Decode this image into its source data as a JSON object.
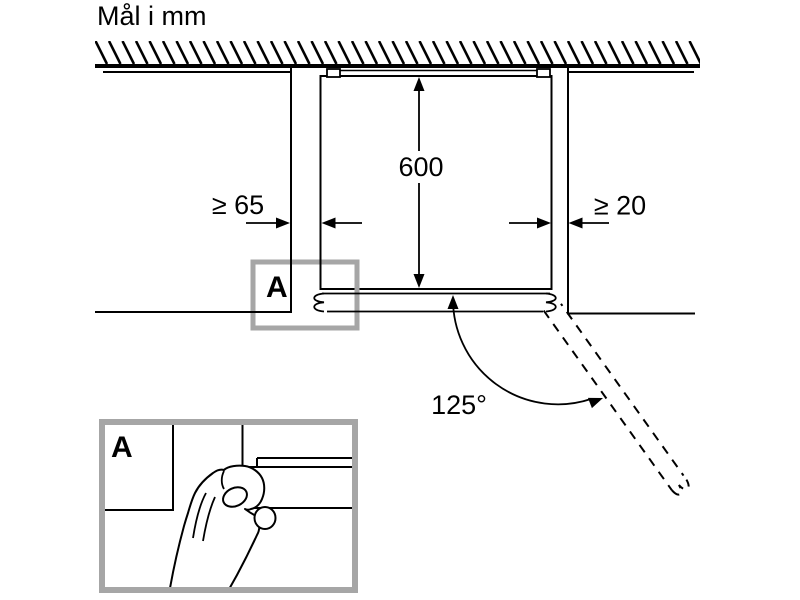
{
  "title": "Mål i mm",
  "dimensions": {
    "depth": "600",
    "left_clearance": "≥ 65",
    "right_clearance": "≥ 20",
    "door_angle": "125°"
  },
  "callout": {
    "label": "A"
  },
  "detail": {
    "label": "A"
  },
  "colors": {
    "line": "#000000",
    "callout_border": "#a6a6a6",
    "background": "#ffffff"
  }
}
